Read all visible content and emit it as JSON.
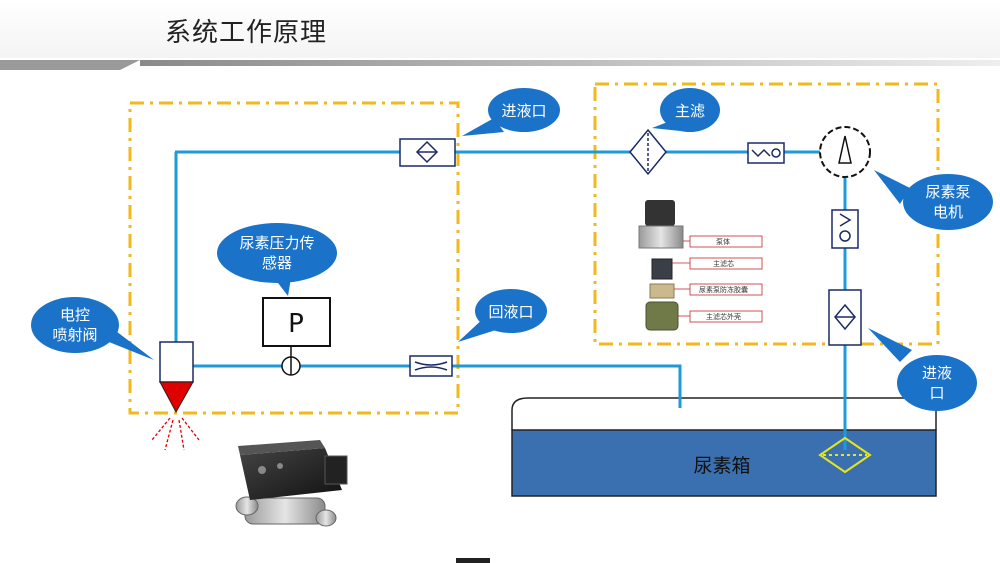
{
  "page": {
    "title": "系统工作原理"
  },
  "callouts": {
    "inlet_left": "进液口",
    "main_filter": "主滤",
    "pump_motor_line1": "尿素泵",
    "pump_motor_line2": "电机",
    "pressure_sensor_line1": "尿素压力传",
    "pressure_sensor_line2": "感器",
    "return_port": "回液口",
    "injector_line1": "电控",
    "injector_line2": "喷射阀",
    "inlet_right_line1": "进液",
    "inlet_right_line2": "口"
  },
  "components": {
    "pressure_symbol": "P",
    "tank_label": "尿素箱"
  },
  "filter_tags": [
    "泵体",
    "主滤芯",
    "尿素泵防冻胶囊",
    "主滤芯外壳"
  ],
  "colors": {
    "pipe": "#1e9bd7",
    "dash_border": "#f2b81c",
    "callout": "#1a73c9",
    "tank": "#3a6fb0",
    "injector_tip": "#e00000",
    "tank_filter": "#e6e61a"
  }
}
